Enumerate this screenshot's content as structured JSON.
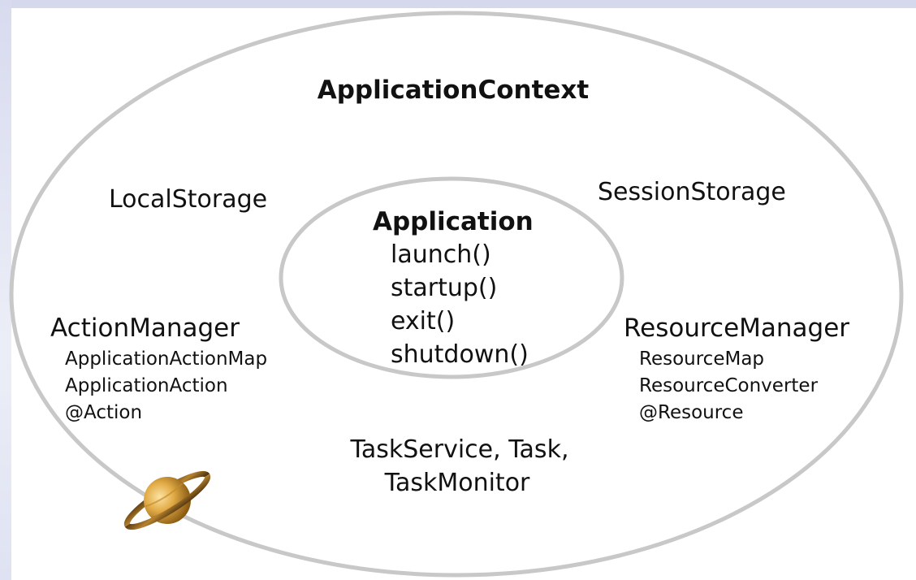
{
  "outer_context": {
    "title": "ApplicationContext"
  },
  "local_storage": "LocalStorage",
  "session_storage": "SessionStorage",
  "application": {
    "title": "Application",
    "methods": [
      "launch()",
      "startup()",
      "exit()",
      "shutdown()"
    ]
  },
  "action_manager": {
    "title": "ActionManager",
    "items": [
      "ApplicationActionMap",
      "ApplicationAction",
      "@Action"
    ]
  },
  "resource_manager": {
    "title": "ResourceManager",
    "items": [
      "ResourceMap",
      "ResourceConverter",
      "@Resource"
    ]
  },
  "task_service": {
    "lines": [
      "TaskService, Task,",
      "TaskMonitor"
    ]
  },
  "colors": {
    "ellipse_stroke": "#c8c8c8",
    "text": "#111111",
    "band": "#d6d9ee",
    "planet": "#d9a441"
  },
  "icons": {
    "logo": "saturn-planet-icon"
  }
}
